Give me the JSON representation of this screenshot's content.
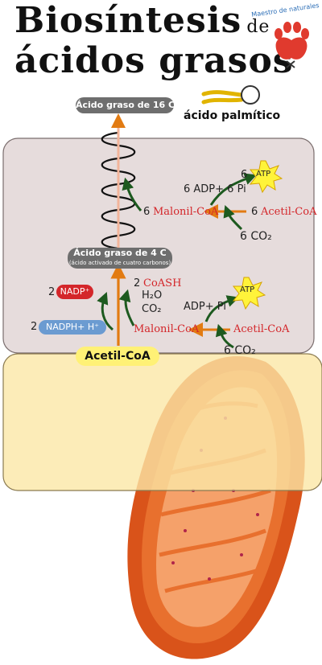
{
  "title": {
    "line1": "Biosíntesis",
    "connector": "de",
    "line2": "ácidos grasos"
  },
  "logo": {
    "text": "Maestro de naturales",
    "colors": [
      "#2d6fb7",
      "#e03a2e",
      "#f0b400",
      "#3aa845"
    ]
  },
  "labels": {
    "palmitic": "ácido palmítico",
    "fatty16": "Ácido graso de 16 C",
    "fatty4": "Ácido graso de 4 C",
    "fatty4_sub": "(ácido activado de cuatro carbonos)",
    "acetil_main": "Acetil-CoA"
  },
  "upper": {
    "atp": "ATP",
    "six_atp": "6",
    "adp": "6 ADP+ 6 Pi",
    "malonil": "Malonil-CoA",
    "six_malonil": "6",
    "acetil": "Acetil-CoA",
    "six_acetil": "6",
    "co2": "6 CO₂"
  },
  "lower": {
    "atp": "ATP",
    "adp": "ADP+ Pi",
    "malonil": "Malonil-CoA",
    "acetil": "Acetil-CoA",
    "co2": "6 CO₂",
    "coash_num": "2",
    "coash": "CoASH",
    "h2o": "H₂O",
    "co2b": "CO₂",
    "nadp_num": "2",
    "nadp": "NADP⁺",
    "nadph_num": "2",
    "nadph": "NADPH+ H⁺"
  },
  "colors": {
    "cytosol": "#e6dcdc",
    "matrix_band": "#fbe7a6",
    "arrow_green": "#1d5a1f",
    "arrow_orange": "#e27b12",
    "atp_star": "#fff33a",
    "mito_outer": "#d9531a",
    "mito_inner": "#f5a16a"
  }
}
